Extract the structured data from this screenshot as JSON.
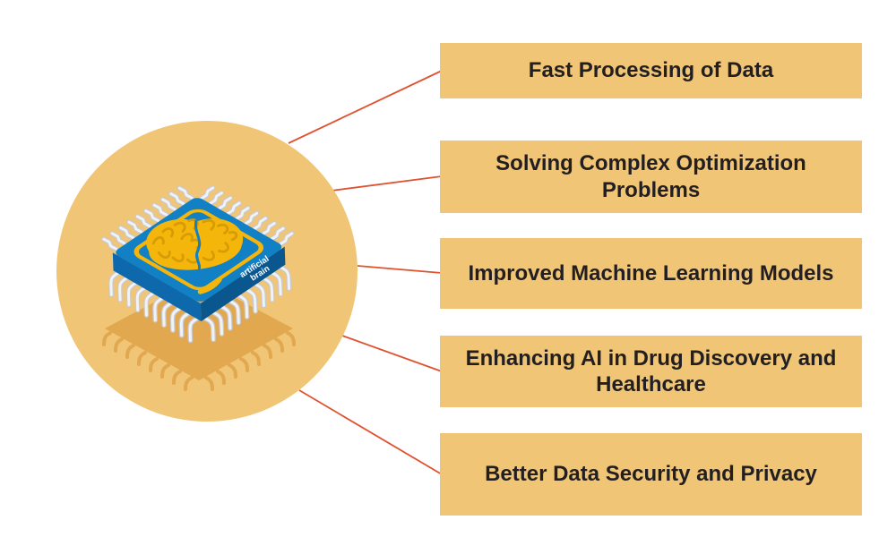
{
  "diagram_title": "",
  "chip": {
    "label_line1": "artificial",
    "label_line2": "brain"
  },
  "benefits": [
    "Fast Processing of Data",
    "Solving Complex Optimization Problems",
    "Improved Machine Learning Models",
    "Enhancing AI in Drug Discovery and Healthcare",
    "Better Data Security and Privacy"
  ],
  "colors": {
    "box_fill": "#F0C576",
    "circle_fill": "#F0C576",
    "connector_line": "#E0512F",
    "label_text": "#231F20",
    "chip_top_blue": "#1180C4",
    "chip_side_blue_left": "#0E68AC",
    "chip_side_blue_right": "#0A568F",
    "gold": "#F5B60B",
    "brain_detail_gold": "#D79B04",
    "shadow_tan": "#E2A850",
    "pin_light": "#F1F2F4",
    "pin_shade": "#C7C9D1",
    "chip_label_text": "#FFFFFF"
  }
}
